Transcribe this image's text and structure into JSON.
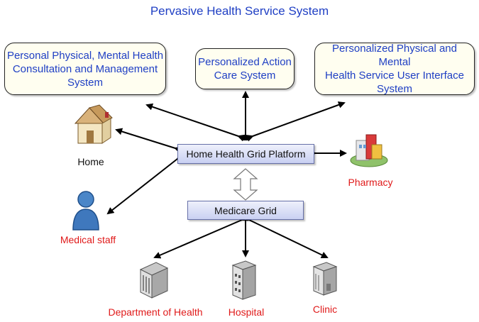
{
  "title": "Pervasive Health Service System",
  "systems": {
    "left": [
      "Personal Physical, Mental Health",
      "Consultation and Management",
      "System"
    ],
    "center": [
      "Personalized Action",
      "Care System"
    ],
    "right": [
      "Personalized Physical and Mental",
      "Health Service User Interface",
      "System"
    ]
  },
  "platforms": {
    "home_grid": "Home Health Grid Platform",
    "medicare_grid": "Medicare Grid"
  },
  "nodes": {
    "home": "Home",
    "pharmacy": "Pharmacy",
    "medical_staff": "Medical staff",
    "department": "Department of Health",
    "hospital": "Hospital",
    "clinic": "Clinic"
  },
  "colors": {
    "title_blue": "#1f3fc4",
    "label_red": "#e01a1a",
    "box_fill": "#fffef0",
    "platform_fill": "#c9d0f2"
  }
}
